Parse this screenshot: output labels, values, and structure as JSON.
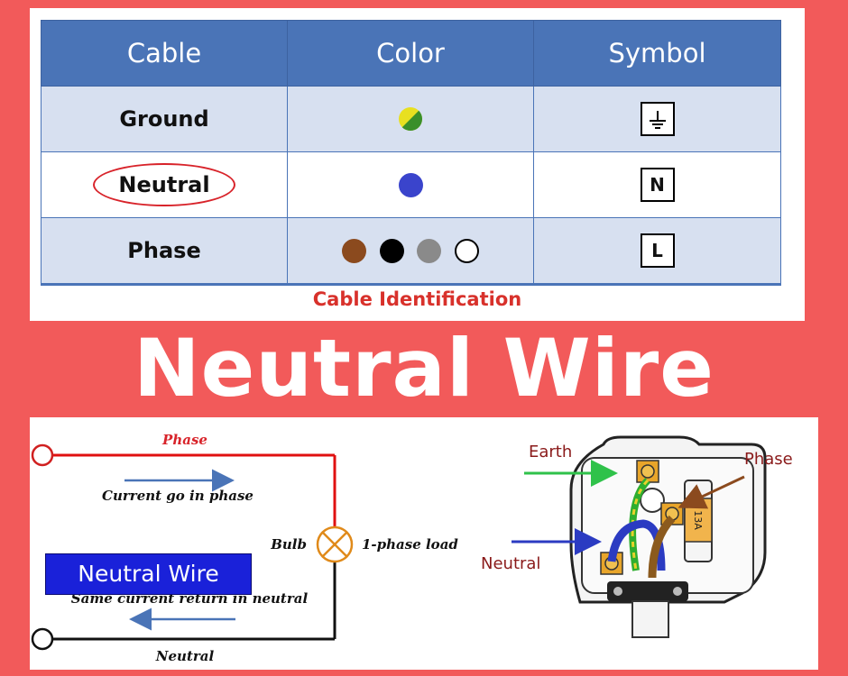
{
  "table": {
    "headers": [
      "Cable",
      "Color",
      "Symbol"
    ],
    "rows": [
      {
        "cable": "Ground",
        "symbol": "⏚",
        "colors": [
          "#3a8f2a/#e8e020"
        ]
      },
      {
        "cable": "Neutral",
        "symbol": "N",
        "colors": [
          "#3a44cc"
        ]
      },
      {
        "cable": "Phase",
        "symbol": "L",
        "colors": [
          "#8b4a1e",
          "#000000",
          "#8a8a8a",
          "#ffffff"
        ]
      }
    ],
    "caption": "Cable Identification"
  },
  "title": "Neutral Wire",
  "circuit": {
    "phase_label": "Phase",
    "current_in": "Current go in phase",
    "bulb_label": "Bulb",
    "load_label": "1-phase load",
    "box_label": "Neutral Wire",
    "current_return": "Same current return in neutral",
    "neutral_label": "Neutral"
  },
  "plug": {
    "earth_label": "Earth",
    "phase_label": "Phase",
    "neutral_label": "Neutral",
    "fuse_label": "13A"
  },
  "colors": {
    "background": "#f25a5a",
    "header": "#4a74b7",
    "caption": "#d8312b",
    "phase_wire": "#e01010",
    "neutral_wire": "#111111",
    "arrow": "#4a74b7",
    "label_box": "#1a21d9"
  }
}
